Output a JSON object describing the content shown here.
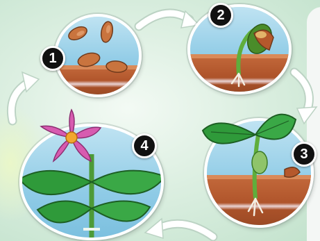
{
  "diagram": {
    "stages": [
      {
        "number": "1",
        "icon": "seeds-icon"
      },
      {
        "number": "2",
        "icon": "sprouting-seed-icon"
      },
      {
        "number": "3",
        "icon": "seedling-icon"
      },
      {
        "number": "4",
        "icon": "flowering-plant-icon"
      }
    ],
    "colors": {
      "sky": "#8fcbe6",
      "soil": "#b0552b",
      "leaf": "#2f9a3a",
      "flower": "#d75bb0",
      "arrow": "#ffffff"
    }
  }
}
